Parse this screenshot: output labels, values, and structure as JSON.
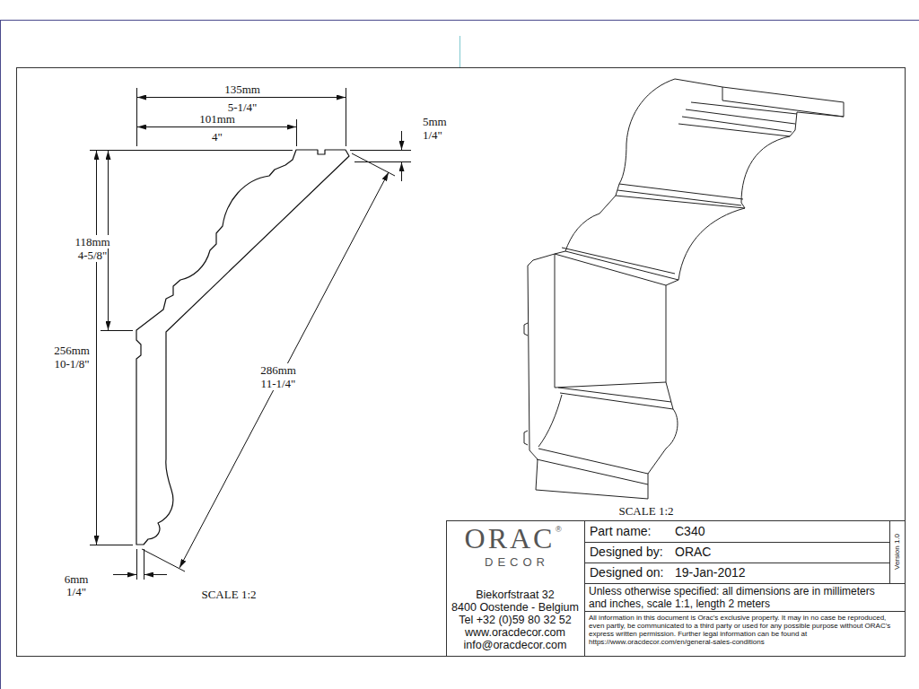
{
  "diagram": {
    "labels": [
      "135mm",
      "5-1/4\"",
      "101mm",
      "4\"",
      "5mm",
      "1/4\"",
      "118mm",
      "4-5/8\"",
      "256mm",
      "10-1/8\"",
      "286mm",
      "11-1/4\"",
      "6mm",
      "1/4\"",
      "SCALE  1:2",
      "SCALE  1:2",
      "ORAC",
      "®",
      "DECOR",
      "Biekorfstraat 32",
      "8400 Oostende - Belgium",
      "Tel  +32 (0)59 80 32 52",
      "www.oracdecor.com",
      "info@oracdecor.com",
      "Part name:",
      "C340",
      "Designed by:",
      "ORAC",
      "Designed on:",
      "19-Jan-2012",
      "Unless otherwise specified: all dimensions are in millimeters and inches, scale 1:1, length 2 meters",
      "All information in this document is Orac's exclusive property.  It may in no case be reproduced, even partly, be communicated to a third party or used for any possible purpose without ORAC's express written permission. Further legal information can be found at https://www.oracdecor.com/en/general-sales-conditions",
      "Version 1.0"
    ]
  }
}
